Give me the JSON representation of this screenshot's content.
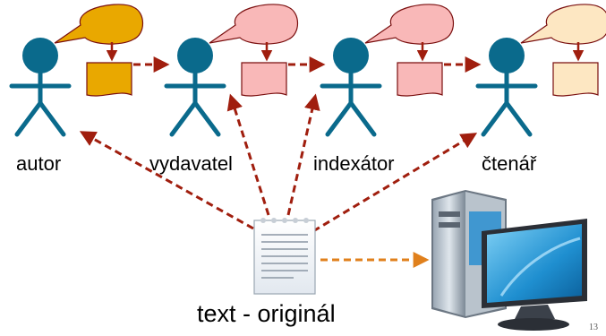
{
  "actors": [
    {
      "label": "autor",
      "bubble_color": "#e9a800",
      "doc_color": "#e9a800"
    },
    {
      "label": "vydavatel",
      "bubble_color": "#f9b8b8",
      "doc_color": "#f9b8b8"
    },
    {
      "label": "indexátor",
      "bubble_color": "#f9b8b8",
      "doc_color": "#f9b8b8"
    },
    {
      "label": "čtenář",
      "bubble_color": "#fde7c2",
      "doc_color": "#fde7c2"
    }
  ],
  "caption": "text - originál",
  "page_number": "13",
  "colors": {
    "actor": "#0a6a8c",
    "flow_arrow": "#a01e0e",
    "computer_arrow": "#e0801c",
    "outline": "#7a0f0f"
  },
  "icons": {
    "document": "text-document-icon",
    "computer": "desktop-computer-icon"
  }
}
